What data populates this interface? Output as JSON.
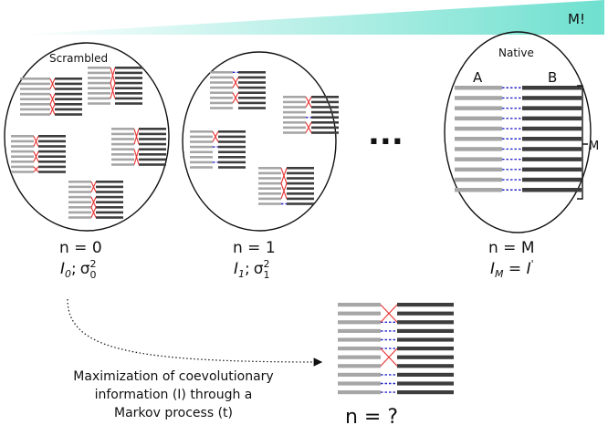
{
  "banner": {
    "label": "M!"
  },
  "panels": [
    {
      "id": "scrambled",
      "title": "Scrambled",
      "n_label": "n = 0",
      "info_I": "I",
      "info_sub": "0",
      "info_sep": ";",
      "info_sigma": "σ",
      "sigma_sup": "2",
      "sigma_sub": "0"
    },
    {
      "id": "step1",
      "title": "",
      "n_label": "n = 1",
      "info_I": "I",
      "info_sub": "1",
      "info_sep": ";",
      "info_sigma": "σ",
      "sigma_sup": "2",
      "sigma_sub": "1"
    },
    {
      "id": "native",
      "title": "Native",
      "n_label": "n = M",
      "info_I": "I",
      "info_sub": "M",
      "info_eq": " = ",
      "info_rhs": "I",
      "info_prime": "'",
      "label_a": "A",
      "label_b": "B",
      "bracket_label": "M"
    }
  ],
  "ellipsis": "...",
  "process": {
    "lines": [
      "Maximization of coevolutionary",
      "information (I) through a",
      "Markov process (t)"
    ]
  },
  "result": {
    "n_label": "n = ?"
  },
  "colors": {
    "light_bar": "#a6a6a6",
    "dark_bar": "#3d3d3d",
    "wrong_link": "#e83030",
    "right_link": "#2424cc",
    "banner": "#6fe0cf"
  }
}
